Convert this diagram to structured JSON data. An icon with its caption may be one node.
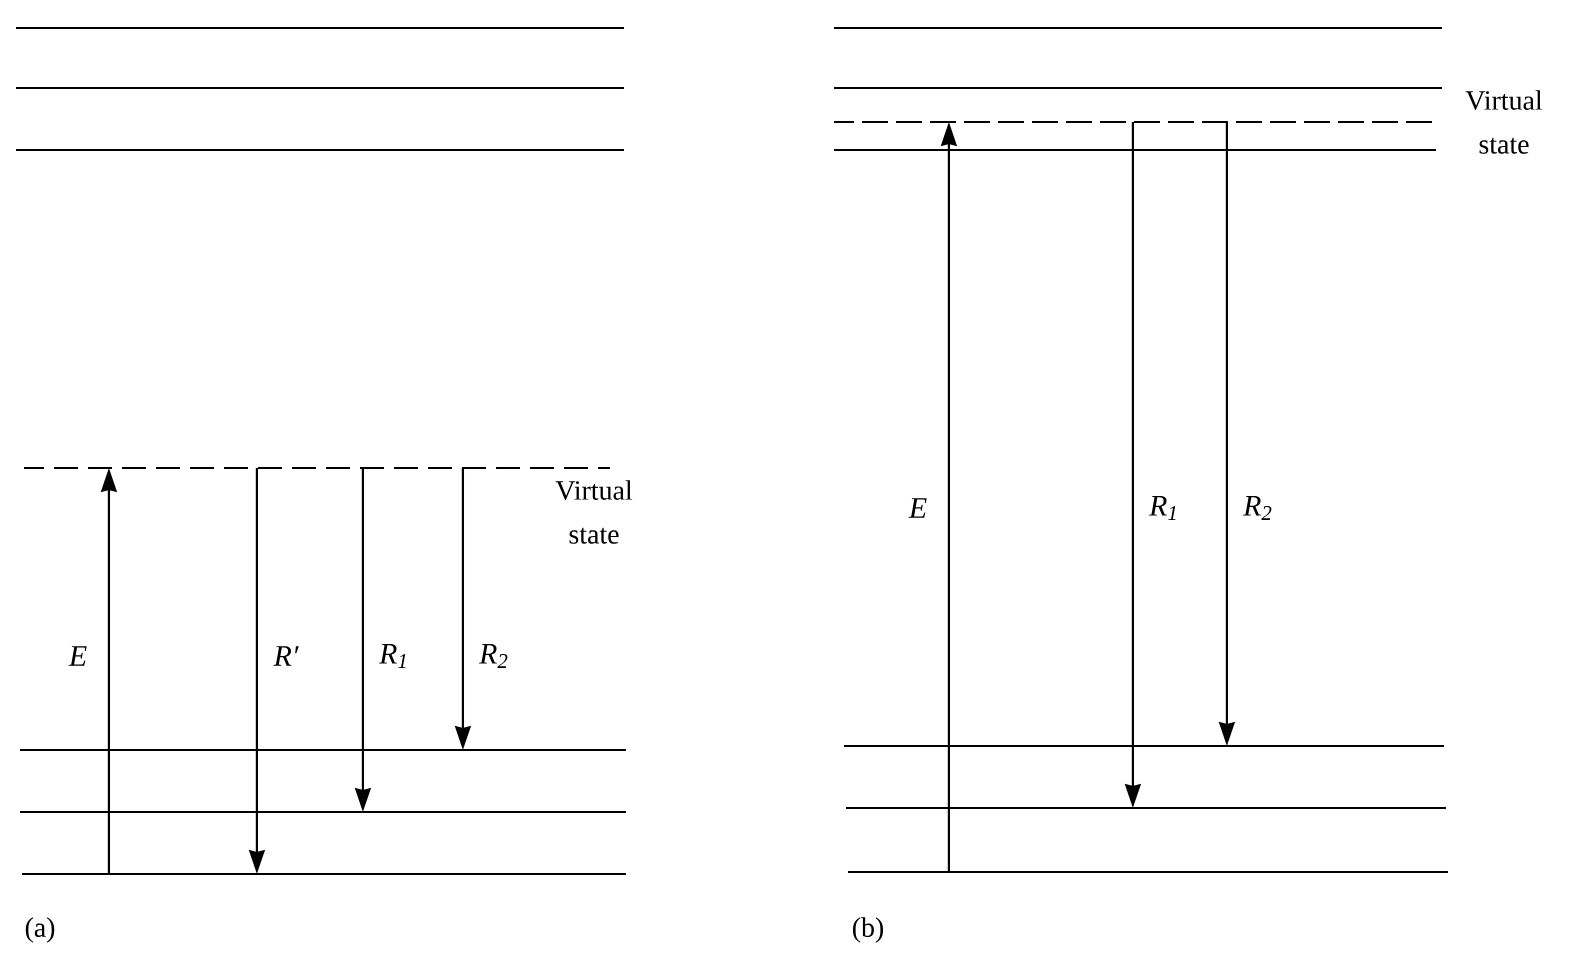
{
  "diagram": {
    "nodes": [
      {
        "text": [],
        "shape": "bar"
      },
      {
        "text": [],
        "shape": "bar"
      },
      {
        "text": [],
        "shape": "bar"
      },
      {
        "text": [],
        "shape": "bar",
        "beside": [
          "Virtual state"
        ]
      },
      {
        "text": [],
        "shape": "bar"
      },
      {
        "text": [],
        "shape": "bar"
      },
      {
        "text": [],
        "shape": "bar"
      },
      {
        "text": [],
        "shape": "bar"
      },
      {
        "text": [],
        "shape": "bar"
      },
      {
        "text": [],
        "shape": "bar",
        "beside": [
          "Virtual state"
        ]
      },
      {
        "text": [],
        "shape": "bar"
      },
      {
        "text": [],
        "shape": "bar"
      },
      {
        "text": [],
        "shape": "bar"
      },
      {
        "text": [],
        "shape": "bar"
      }
    ],
    "edges": [
      {
        "from": 6,
        "to": 3,
        "arrow": "to",
        "label": "E"
      },
      {
        "from": 3,
        "to": 6,
        "arrow": "to",
        "label": "R′"
      },
      {
        "from": 3,
        "to": 5,
        "arrow": "to",
        "label": "R$_{1}$"
      },
      {
        "from": 3,
        "to": 4,
        "arrow": "to",
        "label": "R$_{2}$"
      },
      {
        "from": 13,
        "to": 9,
        "arrow": "to",
        "label": "E"
      },
      {
        "from": 9,
        "to": 12,
        "arrow": "to",
        "label": "R$_{1}$"
      },
      {
        "from": 9,
        "to": 11,
        "arrow": "to",
        "label": "R$_{2}$"
      }
    ],
    "labels": [
      "(a)",
      "(b)"
    ]
  }
}
